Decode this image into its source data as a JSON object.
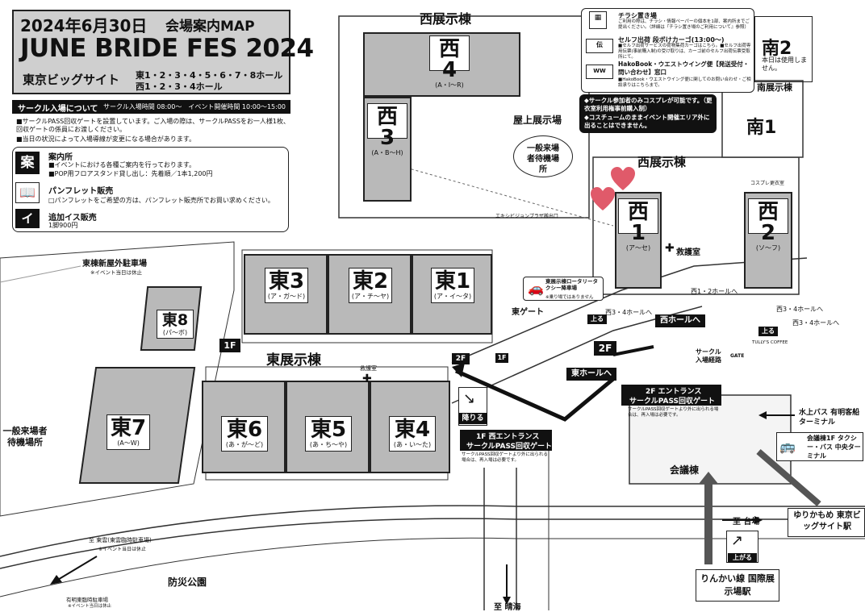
{
  "header": {
    "date": "2024年6月30日",
    "map_title": "会場案内MAP",
    "event_name": "JUNE BRIDE FES 2024",
    "venue": "東京ビッグサイト",
    "halls_line1": "東1・2・3・4・5・6・7・8ホール",
    "halls_line2": "西1・2・3・4ホール"
  },
  "circle_entry": {
    "heading": "サークル入場について",
    "times": "サークル入場時間 08:00〜　イベント開催時間 10:00〜15:00",
    "notes": [
      "■サークルPASS回収ゲートを設置しています。ご入場の際は、サークルPASSをお一人様1枚、回収ゲートの係員にお渡しください。",
      "■当日の状況によって入場導線が変更になる場合があります。"
    ]
  },
  "legend": [
    {
      "icon": "案",
      "title": "案内所",
      "lines": [
        "■イベントにおける各種ご案内を行っております。",
        "■POP用フロアスタンド貸し出し：先着順／1本1,200円"
      ]
    },
    {
      "icon": "book",
      "title": "パンフレット販売",
      "lines": [
        "□パンフレットをご希望の方は、パンフレット販売所でお買い求めください。"
      ]
    },
    {
      "icon": "イ",
      "title": "追加イス販売",
      "lines": [
        "1脚900円"
      ]
    }
  ],
  "info_box": {
    "items": [
      {
        "title": "チラシ置き場",
        "text": "ご利用の際は、チラシ・情報ペーパーの個本を1部、案内所までご提出ください。（詳細は『チラシ置き場のご利用について』参照）"
      },
      {
        "title": "セルフ出荷 段ボけカーゴ(13:00〜)",
        "text": "■セルフ出荷サービスの荷物集荷カーゴはこちら。■セルフ出荷専用伝票(事前購入制)の受け取りは、カーゴ前のセルフ出荷伝票受取所にて。"
      },
      {
        "title": "HakoBook・ウエストウイング便【発送受付・問い合わせ】窓口",
        "text": "■HakoBook・ウエストウイング便に関してのお問い合わせ・ご相談承りはこちらまで。"
      }
    ]
  },
  "south": {
    "hall2": "南2",
    "hall2_note": "本日は使用しません。",
    "hall1": "南1",
    "building": "南展示棟"
  },
  "west": {
    "building": "西展示棟",
    "west4": "西4",
    "west4_sub": "(A・I〜R)",
    "west3": "西3",
    "west3_sub": "(A・B〜H)",
    "west1": "西1",
    "west1_sub": "(ア〜セ)",
    "west2": "西2",
    "west2_sub": "(ソ〜フ)",
    "rooftop": "屋上展示場",
    "waiting": "一般来場者待機場所",
    "first_aid": "救護室",
    "hall12": "西1・2ホールへ",
    "hall34": "西3・4ホールへ",
    "costume": "コスプレ更衣室",
    "esc_plaza": "エキシビジョンプラザ搬出口",
    "west_hall_to": "西ホールへ"
  },
  "cosplay_notes": [
    "◆サークル参加者のみコスプレが可能です。（更衣室利用権事前購入制）",
    "◆コスチュームのままイベント開催エリア外に出ることはできません。"
  ],
  "east": {
    "building": "東展示棟",
    "halls": [
      {
        "name": "東3",
        "sub": "(ア・ガ〜ド)"
      },
      {
        "name": "東2",
        "sub": "(ア・チ〜ヤ)"
      },
      {
        "name": "東1",
        "sub": "(ア・イ〜タ)"
      },
      {
        "name": "東8",
        "sub": "(パ〜ボ)"
      },
      {
        "name": "東7",
        "sub": "(A〜W)"
      },
      {
        "name": "東6",
        "sub": "(あ・が〜ど)"
      },
      {
        "name": "東5",
        "sub": "(あ・ち〜や)"
      },
      {
        "name": "東4",
        "sub": "(あ・い〜た)"
      }
    ],
    "first_aid": "救護室",
    "floor1": "1F",
    "floor2": "2F",
    "east_gate": "東ゲート",
    "east_hall_to": "東ホールへ",
    "go_down": "降りる",
    "go_up": "上る",
    "taxi": "東展示棟ロータリータクシー降車場",
    "taxi_note": "※乗り場ではありません"
  },
  "gates": {
    "gate1f_title": "1F 西エントランス",
    "gate1f_sub": "サークルPASS回収ゲート",
    "gate1f_note": "サークルPASS回収ゲートより外に出られる場合は、再入場は必要です。",
    "gate2f_title": "2F エントランス",
    "gate2f_sub": "サークルPASS回収ゲート",
    "gate2f_note": "サークルPASS回収ゲートより外に出られる場合は、再入場は必要です。",
    "circle_route": "サークル入場経路",
    "gate": "GATE",
    "tullys": "TULLY'S COFFEE"
  },
  "parking": {
    "east_roof": "東棟新屋外駐車場",
    "east_roof_note": "※イベント当日は休止",
    "temp": "至 東雲(東雲臨時駐車場)",
    "temp_note": "※イベント当日は休止",
    "ariake": "有明東臨時駐車場",
    "ariake_note": "※イベント当日は休止"
  },
  "general_waiting": "一般来場者待機場所",
  "park": "防災公園",
  "conference": "会議棟",
  "transit": {
    "water_bus": "水上バス 有明客船ターミナル",
    "bus": "会議棟1F タクシー・バス 中央ターミナル",
    "yurikamome": "ゆりかもめ 東京ビッグサイト駅",
    "rinkai": "りんかい線 国際展示場駅",
    "to_odaiba": "至 台場",
    "to_harumi": "至 晴海",
    "up": "上がる"
  },
  "colors": {
    "hall_fill": "#b9b9b9",
    "heart": "#e05a6a",
    "black": "#111111"
  }
}
